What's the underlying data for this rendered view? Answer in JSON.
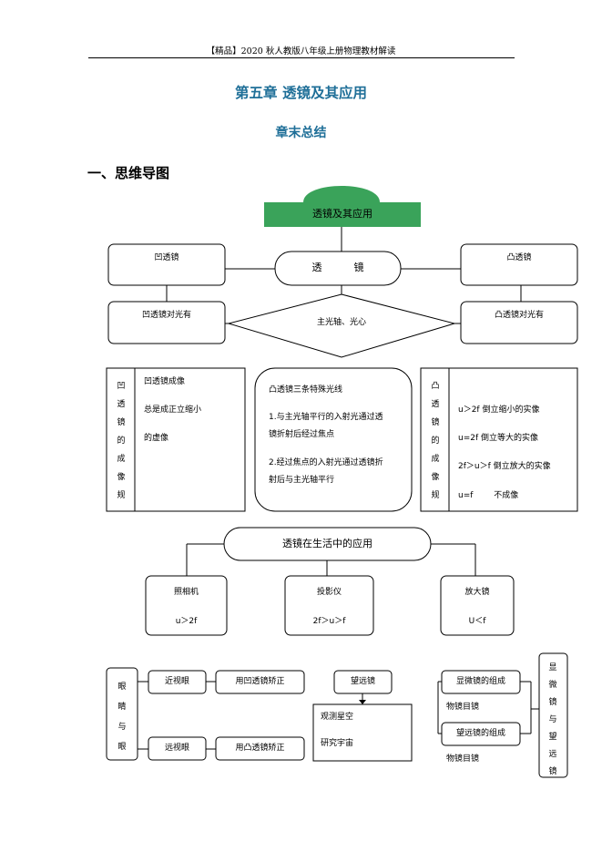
{
  "header": {
    "text": "【精品】2020 秋人教版八年级上册物理教材解读"
  },
  "page_title": "第五章  透镜及其应用",
  "subtitle": "章末总结",
  "section_heading": "一、思维导图",
  "mindmap": {
    "root": "透镜及其应用",
    "lens": "透          镜",
    "concave": "凹透镜",
    "convex": "凸透镜",
    "concave_light": "凹透镜对光有",
    "convex_light": "凸透镜对光有",
    "diamond": "主光轴、光心",
    "concave_rule_vertical": "凹透镜的成像规律",
    "concave_rule_lines": [
      "凹透镜成像",
      "总是成正立缩小",
      "的虚像"
    ],
    "special_rays_title": "凸透镜三条特殊光线",
    "special_rays_1a": "1.与主光轴平行的入射光通过透",
    "special_rays_1b": "镜折射后经过焦点",
    "special_rays_2a": "2.经过焦点的入射光通过透镜折",
    "special_rays_2b": "射后与主光轴平行",
    "convex_rule_vertical": "凸透镜的成像规律",
    "convex_rule_lines": [
      "u＞2f 倒立缩小的实像",
      "u=2f 倒立等大的实像",
      "2f＞u＞f  倒立放大的实像",
      "u=f        不成像"
    ],
    "application": "透镜在生活中的应用",
    "camera": {
      "name": "照相机",
      "cond": "u＞2f"
    },
    "projector": {
      "name": "投影仪",
      "cond": "2f＞u＞f"
    },
    "magnifier": {
      "name": "放大镜",
      "cond": "U＜f"
    },
    "eye_vertical": "眼睛与眼镜",
    "myopia": "近视眼",
    "myopia_fix": "用凹透镜矫正",
    "hyperopia": "远视眼",
    "hyperopia_fix": "用凸透镜矫正",
    "telescope": "望远镜",
    "telescope_uses": [
      "观测星空",
      "研究宇宙"
    ],
    "micro_composition": "显微镜的组成",
    "micro_lens": "物镜目镜",
    "tele_composition": "望远镜的组成",
    "tele_lens": "物镜目镜",
    "right_vertical": "显微镜与望远镜"
  }
}
